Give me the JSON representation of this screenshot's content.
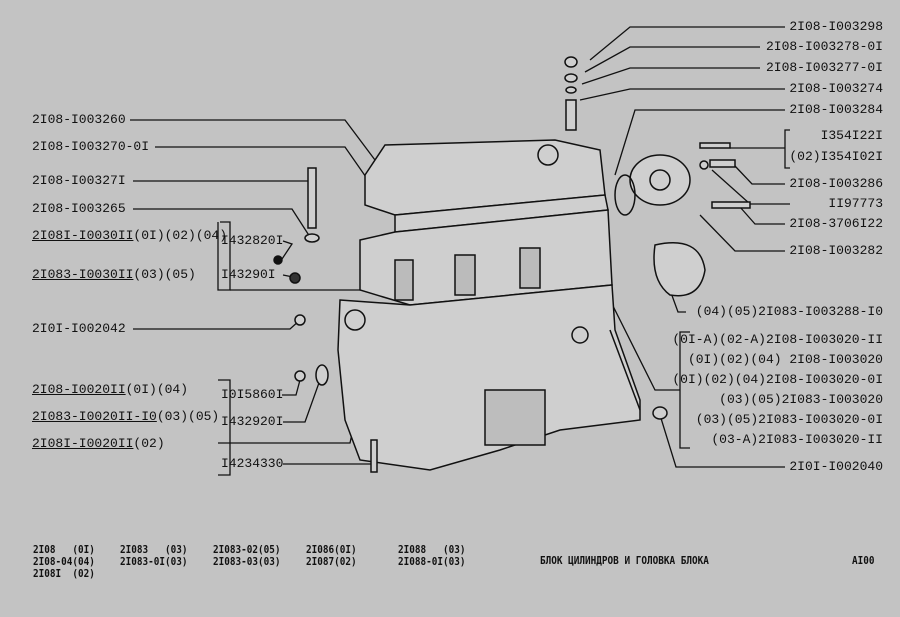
{
  "right_labels": [
    "2I08-I003298",
    "2I08-I003278-0I",
    "2I08-I003277-0I",
    "2I08-I003274",
    "2I08-I003284",
    "I354I22I",
    "(02)I354I02I",
    "2I08-I003286",
    "II97773",
    "2I08-3706I22",
    "2I08-I003282",
    "(04)(05)2I083-I003288-I0",
    "(0I-A)(02-A)2I08-I003020-II",
    "(0I)(02)(04) 2I08-I003020",
    "(0I)(02)(04)2I08-I003020-0I",
    "(03)(05)2I083-I003020",
    "(03)(05)2I083-I003020-0I",
    "(03-A)2I083-I003020-II",
    "2I0I-I002040"
  ],
  "left_labels": [
    "2I08-I003260",
    "2I08-I003270-0I",
    "2I08-I00327I",
    "2I08-I003265",
    "2I0I-I002042"
  ],
  "head_assemblies": {
    "items": [
      {
        "part": "2I08I-I0030II",
        "models": "(0I)(02)(04)"
      },
      {
        "part": "2I083-I0030II",
        "models": "(03)(05)"
      }
    ],
    "bracket": [
      "I432820I",
      "I43290I"
    ]
  },
  "block_assemblies": {
    "items": [
      {
        "part": "2I08-I0020II",
        "models": "(0I)(04)"
      },
      {
        "part": "2I083-I0020II-I0",
        "models": "(03)(05)"
      },
      {
        "part": "2I08I-I0020II",
        "models": "(02)"
      }
    ],
    "bracket": [
      "I0I5860I",
      "I432920I",
      "I4234330"
    ]
  },
  "footer": {
    "models": [
      [
        "2I08   (0I)",
        "2I08-04(04)",
        "2I08I  (02)"
      ],
      [
        "2I083   (03)",
        "2I083-0I(03)"
      ],
      [
        "2I083-02(05)",
        "2I083-03(03)"
      ],
      [
        "2I086(0I)",
        "2I087(02)"
      ],
      [
        "2I088   (03)",
        "2I088-0I(03)"
      ]
    ],
    "title": "БЛОК ЦИЛИНДРОВ И ГОЛОВКА БЛОКА",
    "code": "AI00"
  }
}
